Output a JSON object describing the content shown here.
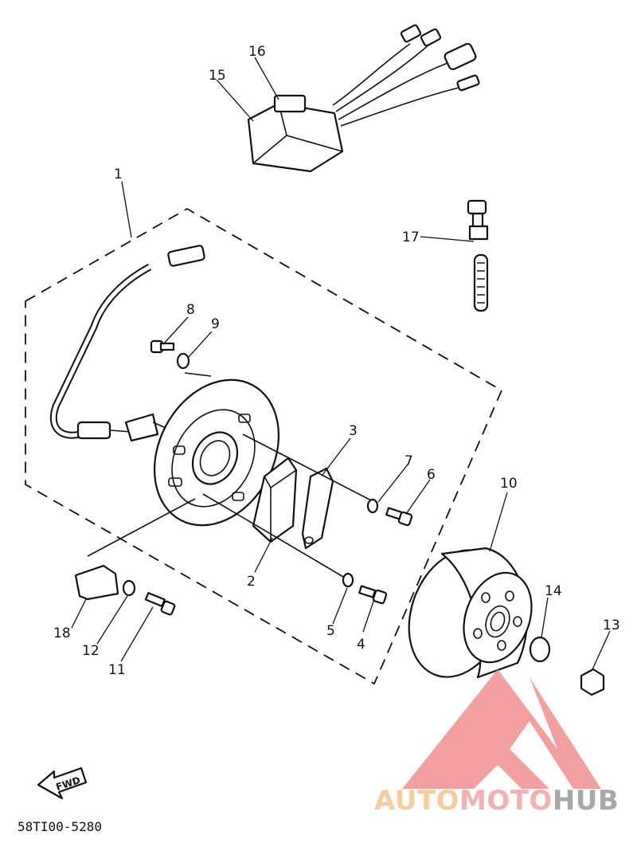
{
  "diagram": {
    "part_numbers": {
      "p1": "1",
      "p2": "2",
      "p3": "3",
      "p4": "4",
      "p5": "5",
      "p6": "6",
      "p7": "7",
      "p8": "8",
      "p9": "9",
      "p10": "10",
      "p11": "11",
      "p12": "12",
      "p13": "13",
      "p14": "14",
      "p15": "15",
      "p16": "16",
      "p17": "17",
      "p18": "18"
    },
    "fwd_label": "FWD",
    "drawing_code": "58TI00-5280"
  },
  "watermark": {
    "auto": "AUTO",
    "moto": "MOTO",
    "hub": "HUB",
    "colors": {
      "auto": "#f5c58a",
      "moto": "#f2a3a3",
      "hub": "#9a9a9a",
      "logo": "#f08f8f"
    }
  }
}
